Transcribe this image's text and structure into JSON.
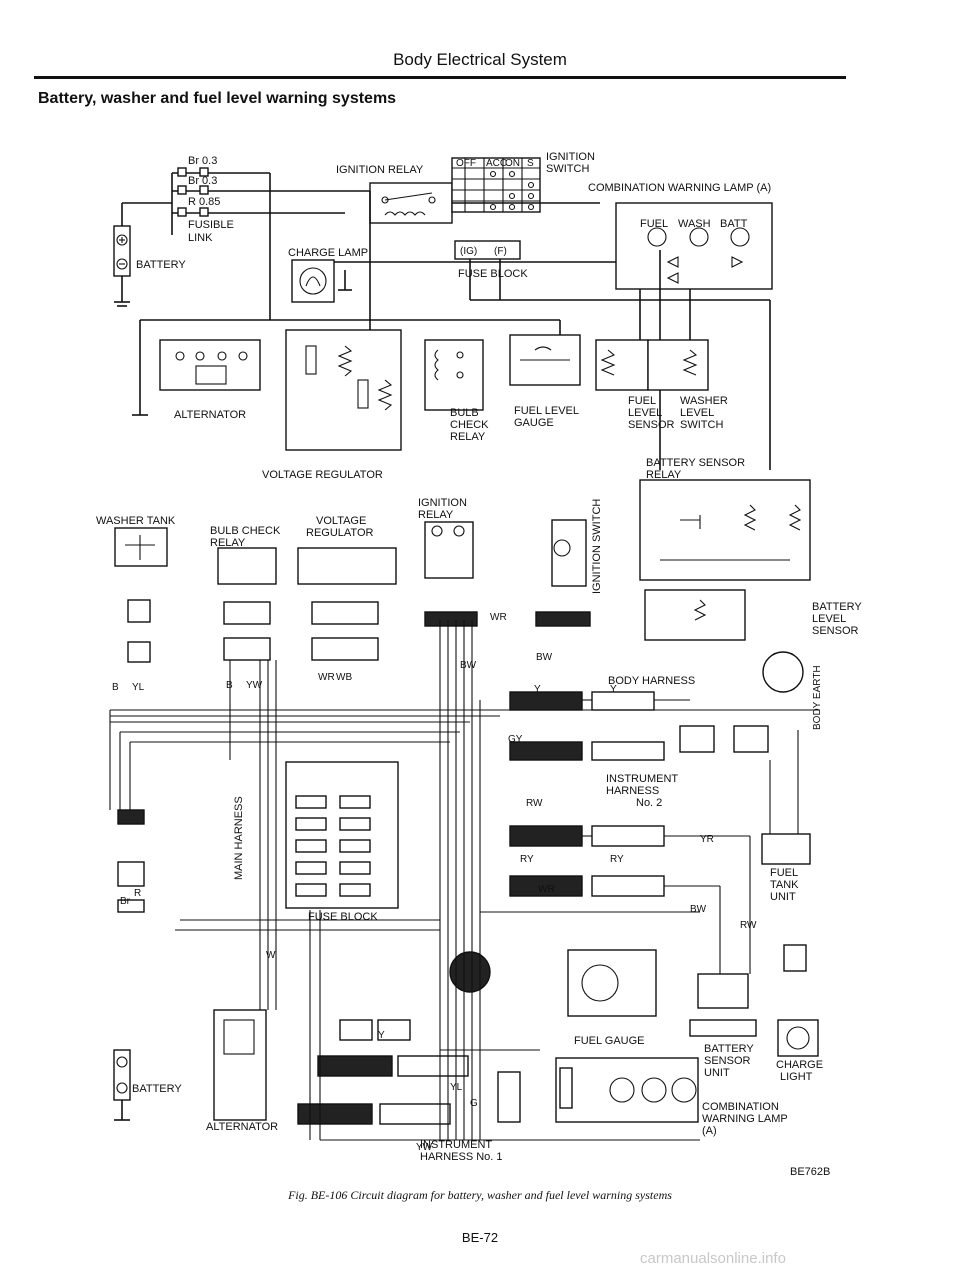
{
  "header": {
    "title": "Body Electrical System",
    "subtitle": "Battery, washer and fuel level warning systems"
  },
  "labels": {
    "br03a": "Br 0.3",
    "br03b": "Br 0.3",
    "r085": "R 0.85",
    "fusible": "FUSIBLE",
    "link": "LINK",
    "battery": "BATTERY",
    "ign_relay": "IGNITION RELAY",
    "charge_lamp": "CHARGE LAMP",
    "ign_switch_a": "IGNITION",
    "ign_switch_b": "SWITCH",
    "fuse_ig": "(IG)",
    "fuse_f": "(F)",
    "fuse_block": "FUSE BLOCK",
    "cwl_a": "COMBINATION WARNING LAMP (A)",
    "fuel": "FUEL",
    "wash": "WASH",
    "batt": "BATT",
    "alternator": "ALTERNATOR",
    "volt_reg": "VOLTAGE REGULATOR",
    "bulb": "BULB",
    "check": "CHECK",
    "relay": "RELAY",
    "fuel_level": "FUEL LEVEL",
    "gauge": "GAUGE",
    "fuel2": "FUEL",
    "level2": "LEVEL",
    "sensor": "SENSOR",
    "washer": "WASHER",
    "level3": "LEVEL",
    "switch": "SWITCH",
    "bat_sensor": "BATTERY SENSOR",
    "relay2": "RELAY",
    "washer_tank": "WASHER TANK",
    "bulb_check_relay_a": "BULB CHECK",
    "bulb_check_relay_b": "RELAY",
    "vr_a": "VOLTAGE",
    "vr_b": "REGULATOR",
    "ign_relay2_a": "IGNITION",
    "ign_relay2_b": "RELAY",
    "ign_sw_vert": "IGNITION SWITCH",
    "bll_a": "BATTERY",
    "bll_b": "LEVEL",
    "bll_c": "SENSOR",
    "body_harness": "BODY HARNESS",
    "body_earth": "BODY EARTH",
    "inst_harness2_a": "INSTRUMENT",
    "inst_harness2_b": "HARNESS",
    "inst_harness2_c": "No. 2",
    "main_harness": "MAIN HARNESS",
    "fuse_block2": "FUSE BLOCK",
    "ftu_a": "FUEL",
    "ftu_b": "TANK",
    "ftu_c": "UNIT",
    "fuel_gauge2": "FUEL GAUGE",
    "bsu_a": "BATTERY",
    "bsu_b": "SENSOR",
    "bsu_c": "UNIT",
    "cl_a": "CHARGE",
    "cl_b": "LIGHT",
    "cwl2_a": "COMBINATION",
    "cwl2_b": "WARNING LAMP",
    "cwl2_c": "(A)",
    "battery2": "BATTERY",
    "alternator2": "ALTERNATOR",
    "inst_harness1_a": "INSTRUMENT",
    "inst_harness1_b": "HARNESS No. 1",
    "sw_off": "OFF",
    "sw_acc": "ACC",
    "sw_on": "ON",
    "sw_s": "S"
  },
  "wire_codes": [
    "WR",
    "Y",
    "B",
    "YW",
    "BW",
    "WB",
    "WR",
    "BW",
    "Y",
    "YR",
    "RW",
    "RY",
    "GY",
    "BW",
    "WR",
    "YL",
    "G",
    "YW",
    "RW",
    "RY",
    "Br",
    "R",
    "B",
    "YL",
    "W",
    "Y"
  ],
  "figure": {
    "code": "BE762B",
    "caption": "Fig. BE-106  Circuit diagram for battery, washer and fuel level warning systems",
    "page": "BE-72"
  },
  "watermark": "carmanualsonline.info"
}
